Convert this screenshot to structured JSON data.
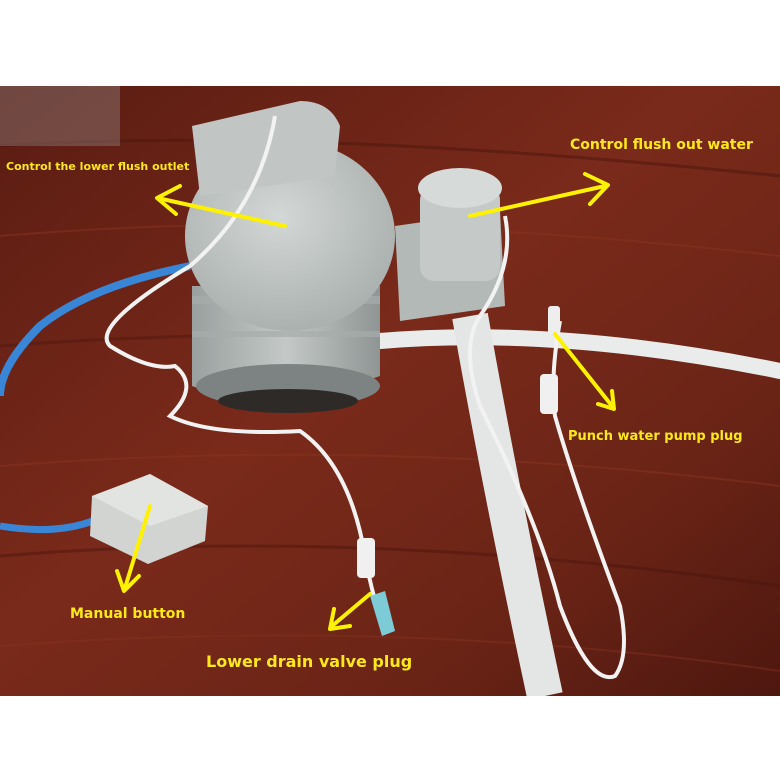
{
  "annotations": {
    "lower_flush_outlet": "Control the lower flush outlet",
    "flush_out_water": "Control flush out water",
    "pump_plug": "Punch water pump plug",
    "manual_button": "Manual button",
    "drain_valve_plug": "Lower drain valve plug"
  },
  "colors": {
    "label_text": "#ffe81a",
    "arrow": "#fff200",
    "wood": "#6b2418",
    "device_gray": "#b9bfbd",
    "hose_blue": "#3a86d6",
    "cable_white": "#f2f2f2"
  }
}
